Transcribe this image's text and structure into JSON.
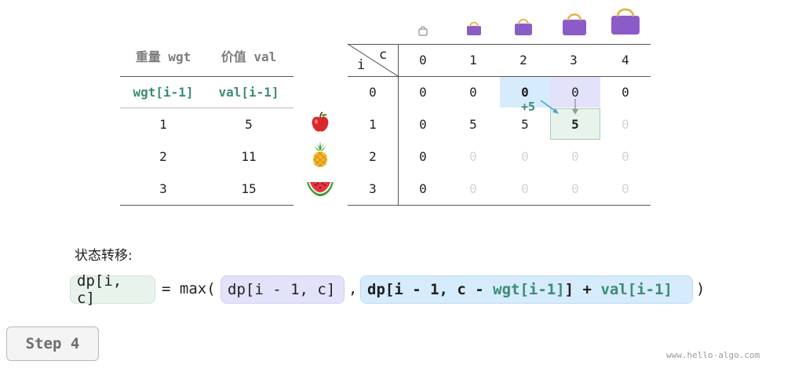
{
  "left_table": {
    "headers": [
      "重量 wgt",
      "价值 val"
    ],
    "subheaders": [
      "wgt[i-1]",
      "val[i-1]"
    ],
    "rows": [
      [
        "1",
        "5"
      ],
      [
        "2",
        "11"
      ],
      [
        "3",
        "15"
      ]
    ]
  },
  "fruit_icons": [
    "apple-icon",
    "pineapple-icon",
    "watermelon-icon"
  ],
  "bag_icons": [
    "bag-icon-0",
    "bag-icon-1",
    "bag-icon-2",
    "bag-icon-3",
    "bag-icon-4"
  ],
  "dp_table": {
    "corner_c": "c",
    "corner_i": "i",
    "col_headers": [
      "0",
      "1",
      "2",
      "3",
      "4"
    ],
    "row_headers": [
      "0",
      "1",
      "2",
      "3"
    ],
    "rows": [
      [
        "0",
        "0",
        "0",
        "0",
        "0"
      ],
      [
        "0",
        "5",
        "5",
        "5",
        "0"
      ],
      [
        "0",
        "0",
        "0",
        "0",
        "0"
      ],
      [
        "0",
        "0",
        "0",
        "0",
        "0"
      ]
    ],
    "plus_label": "+5"
  },
  "transition_label": "状态转移:",
  "formula": {
    "lhs": "dp[i, c]",
    "eq": "= max(",
    "opt1": "dp[i - 1, c]",
    "comma": ",",
    "opt2_a": "dp[i - 1, c - ",
    "opt2_wgt": "wgt[i-1]",
    "opt2_b": "] + ",
    "opt2_val": "val[i-1]",
    "close": ")"
  },
  "step_label": "Step 4",
  "watermark": "www.hello-algo.com",
  "colors": {
    "green": "#3c8c73",
    "purple_bag": "#8b5cc7",
    "blue_highlight": "#d6ebfb",
    "purple_highlight": "#e2e2fb",
    "green_highlight": "#e8f3ec",
    "arrow_blue": "#4aa4d4"
  }
}
